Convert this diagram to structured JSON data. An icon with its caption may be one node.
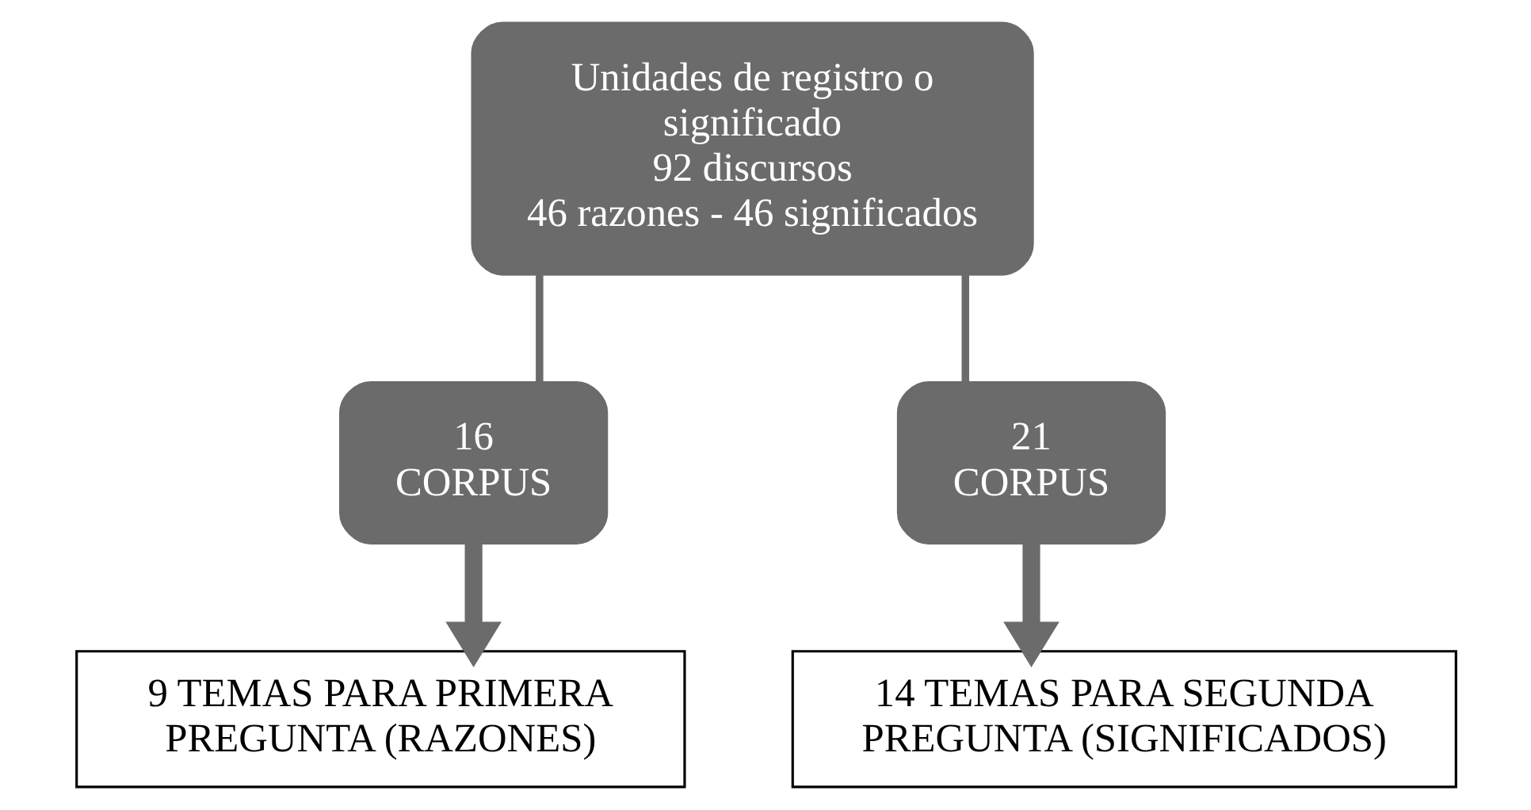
{
  "diagram": {
    "nodes": [
      {
        "text": [
          "Unidades de registro o significado",
          "92 discursos",
          "46 razones - 46 significados"
        ]
      },
      {
        "text": [
          "16",
          "CORPUS"
        ]
      },
      {
        "text": [
          "21",
          "CORPUS"
        ]
      },
      {
        "text": [
          "9 TEMAS PARA PRIMERA PREGUNTA (RAZONES)"
        ]
      },
      {
        "text": [
          "14 TEMAS PARA SEGUNDA PREGUNTA (SIGNIFICADOS)"
        ]
      }
    ],
    "edges": [
      {
        "from": 0,
        "to": 1,
        "arrow": "none"
      },
      {
        "from": 0,
        "to": 2,
        "arrow": "none"
      },
      {
        "from": 1,
        "to": 3,
        "arrow": "to",
        "style": "thick"
      },
      {
        "from": 2,
        "to": 4,
        "arrow": "to",
        "style": "thick"
      }
    ]
  }
}
